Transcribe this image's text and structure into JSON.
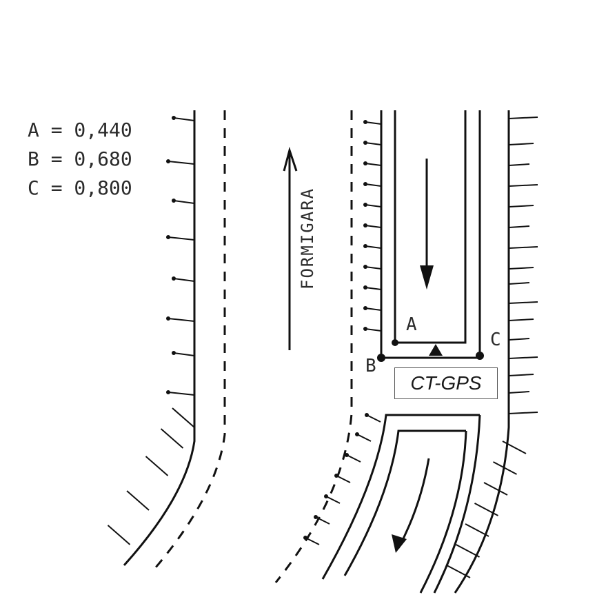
{
  "legend": {
    "a": "A = 0,440",
    "b": "B = 0,680",
    "c": "C = 0,800"
  },
  "direction_label": "FORMIGARA",
  "points": {
    "a": "A",
    "b": "B",
    "c": "C"
  },
  "station": "CT-GPS"
}
